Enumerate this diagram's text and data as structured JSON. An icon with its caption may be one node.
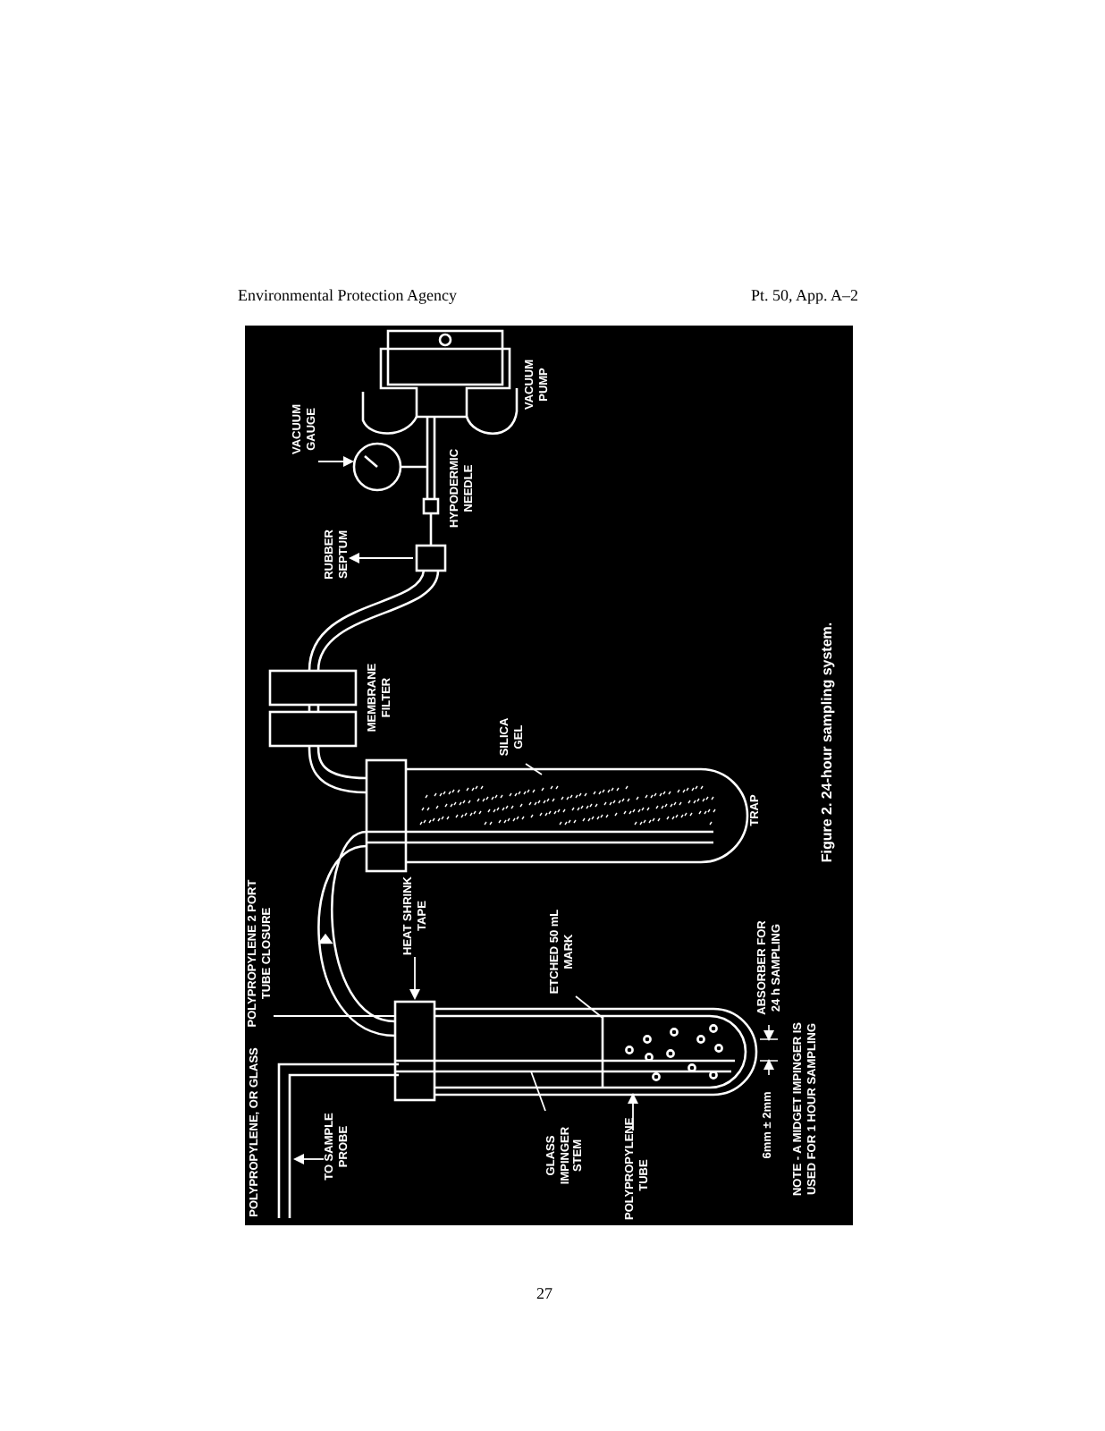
{
  "diagram": {
    "caption": "Figure 2. 24-hour sampling system.",
    "nodes": [
      {
        "text": [
          "TO SAMPLE PROBE"
        ]
      },
      {
        "text": [
          "POLYPROPYLENE 2 PORT TUBE CLOSURE"
        ]
      },
      {
        "text": [
          "HEAT SHRINK TAPE"
        ]
      },
      {
        "text": [
          "ETCHED 50 mL MARK"
        ]
      },
      {
        "text": [
          "GLASS IMPINGER STEM"
        ]
      },
      {
        "text": [
          "POLYPROPYLENE TUBE"
        ]
      },
      {
        "text": [
          "SILICA GEL"
        ]
      },
      {
        "text": [
          "RUBBER SEPTUM"
        ]
      },
      {
        "text": [
          "VACUUM GAUGE"
        ]
      }
    ],
    "edges": [
      {
        "from": 0,
        "to": null,
        "arrow": "to"
      },
      {
        "from": 1,
        "to": null,
        "arrow": "none"
      },
      {
        "from": 2,
        "to": null,
        "arrow": "to"
      },
      {
        "from": 3,
        "to": null,
        "arrow": "none"
      },
      {
        "from": 4,
        "to": null,
        "arrow": "none"
      },
      {
        "from": 5,
        "to": null,
        "arrow": "to"
      },
      {
        "from": 6,
        "to": null,
        "arrow": "none"
      },
      {
        "from": null,
        "to": 7,
        "arrow": "to"
      },
      {
        "from": 8,
        "to": null,
        "arrow": "to"
      }
    ],
    "labels": [
      "Environmental Protection Agency",
      "Pt. 50, App. A–2",
      "POLYPROPYLENE, OR GLASS",
      "6mm ± 2mm",
      "ABSORBER FOR 24 h SAMPLING",
      "NOTE - A MIDGET IMPINGER IS USED FOR 1 HOUR SAMPLING",
      "TRAP",
      "MEMBRANE FILTER",
      "HYPODERMIC NEEDLE",
      "VACUUM PUMP",
      "27"
    ]
  }
}
